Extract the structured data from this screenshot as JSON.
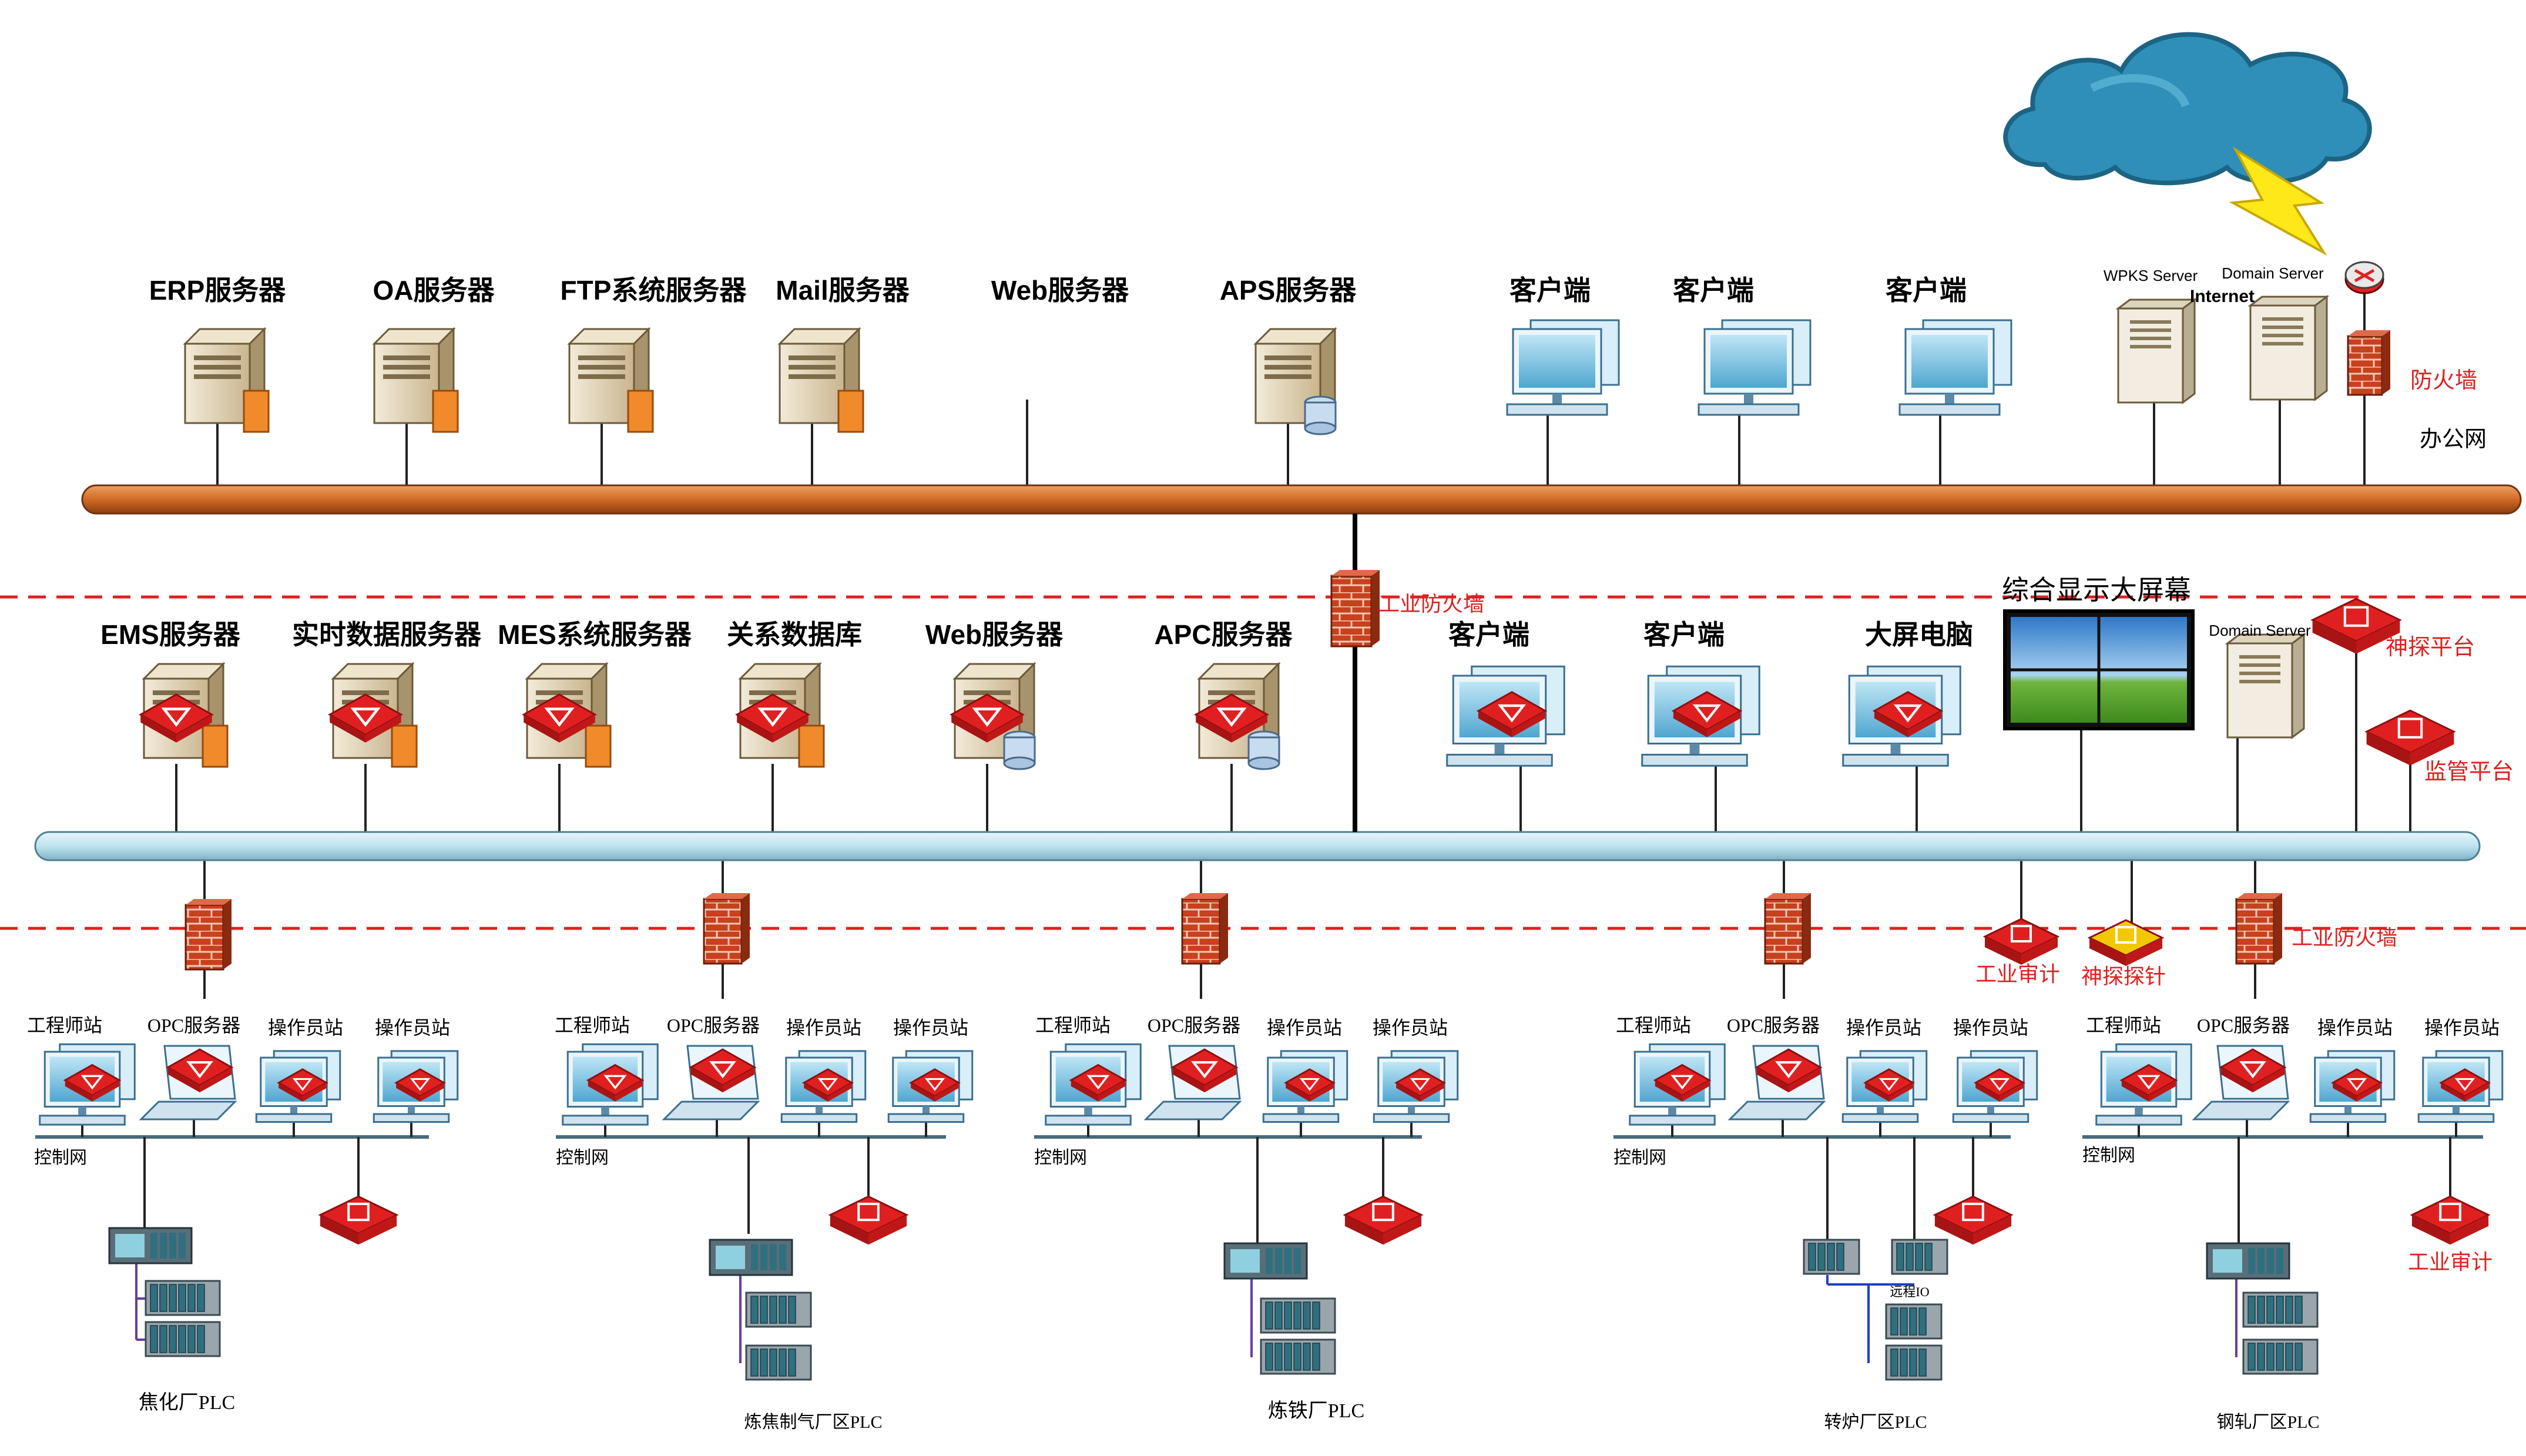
{
  "office": {
    "servers": [
      "ERP服务器",
      "OA服务器",
      "FTP系统服务器",
      "Mail服务器",
      "Web服务器",
      "APS服务器"
    ],
    "clients": [
      "客户端",
      "客户端",
      "客户端"
    ],
    "wpks": "WPKS Server",
    "domain": "Domain Server",
    "internet": "Internet",
    "firewall": "防火墙",
    "net_name": "办公网"
  },
  "industrial_firewall": "工业防火墙",
  "production": {
    "servers": [
      "EMS服务器",
      "实时数据服务器",
      "MES系统服务器",
      "关系数据库",
      "Web服务器",
      "APC服务器"
    ],
    "clients": [
      "客户端",
      "客户端",
      "大屏电脑"
    ],
    "screen": "综合显示大屏幕",
    "domain": "Domain Server",
    "shentan_platform": "神探平台",
    "monitor_platform": "监管平台"
  },
  "audit_label": "工业审计",
  "probe_label": "神探探针",
  "firewall2": "工业防火墙",
  "plants": [
    {
      "eng": "工程师站",
      "opc": "OPC服务器",
      "op1": "操作员站",
      "op2": "操作员站",
      "net": "控制网",
      "plc": "焦化厂PLC"
    },
    {
      "eng": "工程师站",
      "opc": "OPC服务器",
      "op1": "操作员站",
      "op2": "操作员站",
      "net": "控制网",
      "plc": "炼焦制气厂区PLC"
    },
    {
      "eng": "工程师站",
      "opc": "OPC服务器",
      "op1": "操作员站",
      "op2": "操作员站",
      "net": "控制网",
      "plc": "炼铁厂PLC"
    },
    {
      "eng": "工程师站",
      "opc": "OPC服务器",
      "op1": "操作员站",
      "op2": "操作员站",
      "net": "控制网",
      "plc": "转炉厂区PLC"
    },
    {
      "eng": "工程师站",
      "opc": "OPC服务器",
      "op1": "操作员站",
      "op2": "操作员站",
      "net": "控制网",
      "plc": "钢轧厂区PLC"
    }
  ],
  "remote_io": "远程IO",
  "audit_label2": "工业审计",
  "colors": {
    "office_bus": "#d06a26",
    "prod_bus": "#bfe3ef",
    "firewall": "#c8401d",
    "accent": "#e02020"
  }
}
